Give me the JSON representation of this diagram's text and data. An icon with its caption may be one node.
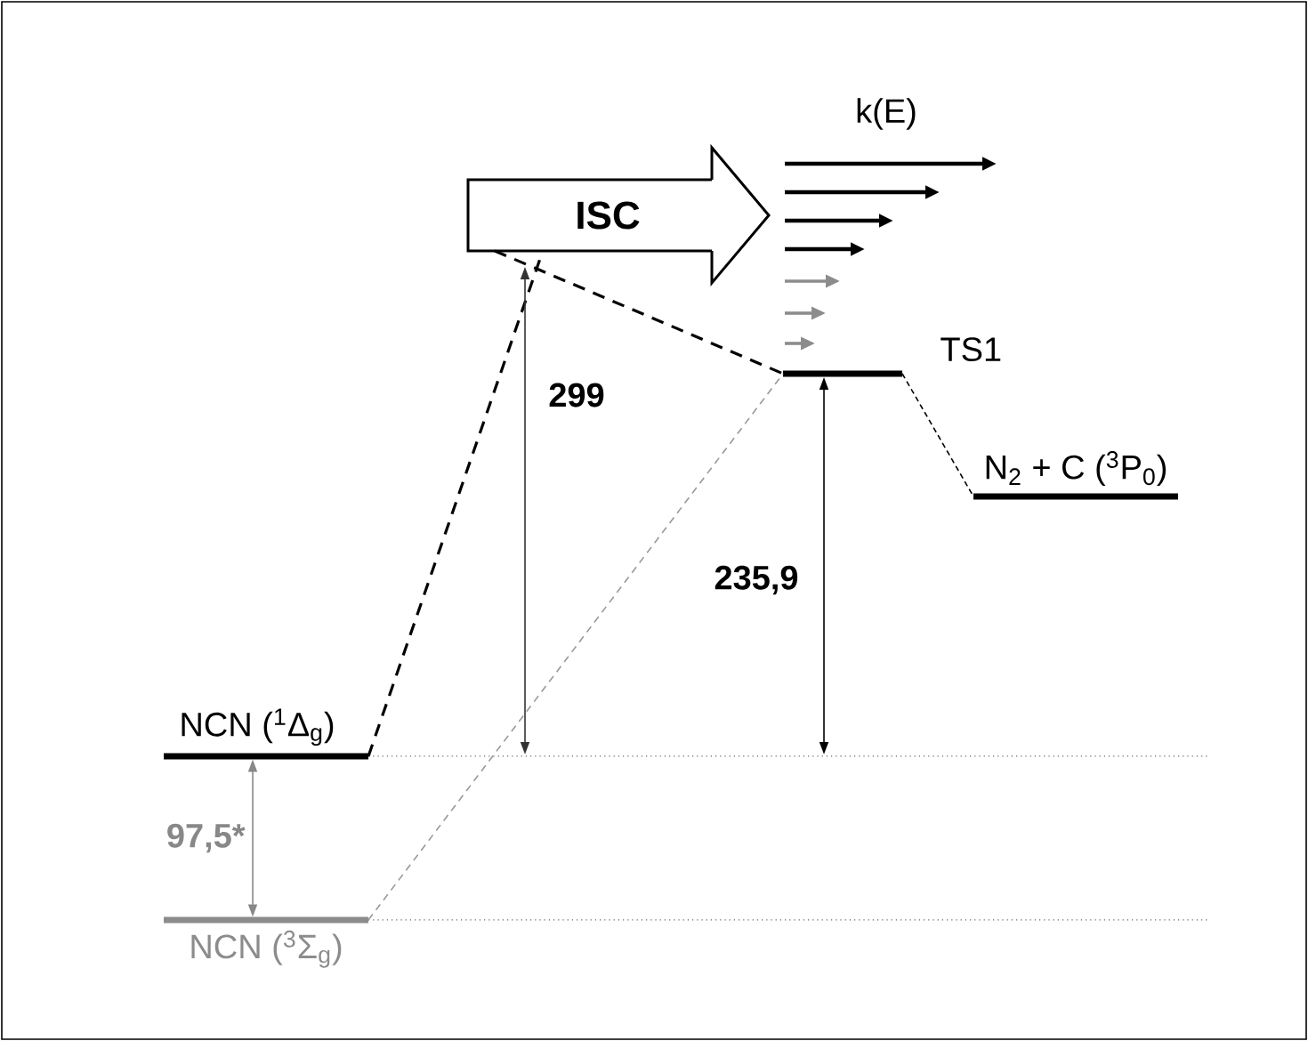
{
  "diagram": {
    "nodes": [
      {
        "text": [
          "NCN ($^{1}$Δ$_{g}$)"
        ]
      },
      {
        "text": [
          "NCN ($^{3}$Σ$_{g}$)"
        ]
      },
      {
        "text": [
          "ISC"
        ]
      },
      {
        "text": [
          "TS1"
        ]
      },
      {
        "text": [
          "N$_{2}$ + C ($^{3}$P$_{0}$)"
        ]
      }
    ],
    "edges": [
      {
        "from": 0,
        "to": 2,
        "arrow": "none",
        "style": "dashed"
      },
      {
        "from": 2,
        "to": 3,
        "arrow": "none",
        "style": "dashed"
      },
      {
        "from": 3,
        "to": 4,
        "arrow": "none",
        "style": "dashed"
      },
      {
        "from": 1,
        "to": 3,
        "arrow": "none",
        "style": "dashed",
        "color": "#999999"
      },
      {
        "from": 0,
        "to": 1,
        "arrow": "both",
        "label": "97,5*",
        "color": "#888888"
      }
    ],
    "labels": [
      "k(E)",
      "299",
      "235,9"
    ]
  }
}
